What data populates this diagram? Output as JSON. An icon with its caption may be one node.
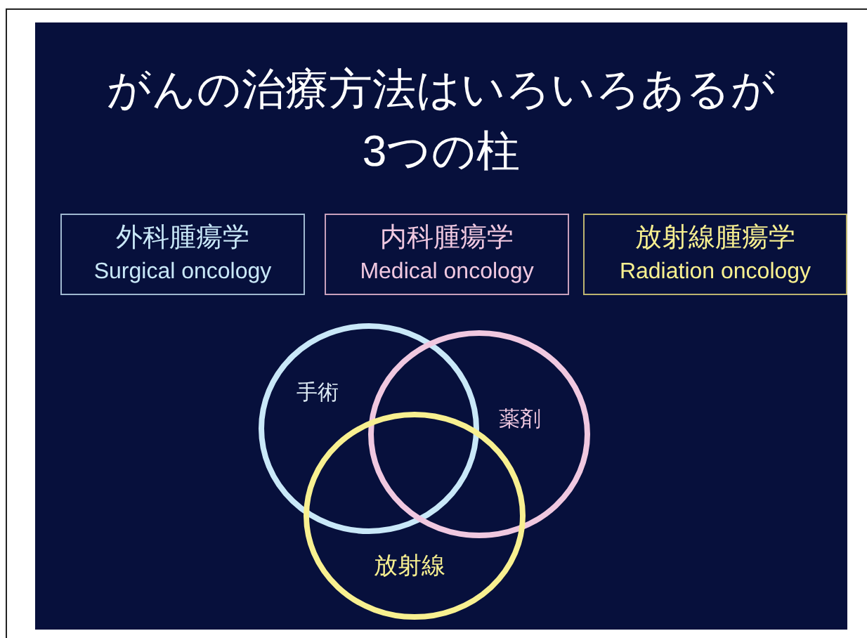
{
  "diagram": {
    "title": "がんの治療方法はいろいろあるが3つの柱",
    "nodes": [
      {
        "text": [
          "外科腫瘍学",
          "Surgical oncology"
        ]
      },
      {
        "text": [
          "内科腫瘍学",
          "Medical oncology"
        ]
      },
      {
        "text": [
          "放射線腫瘍学",
          "Radiation oncology"
        ]
      },
      {
        "text": [
          "手術"
        ]
      },
      {
        "text": [
          "薬剤"
        ]
      },
      {
        "text": [
          "放射線"
        ]
      }
    ]
  }
}
